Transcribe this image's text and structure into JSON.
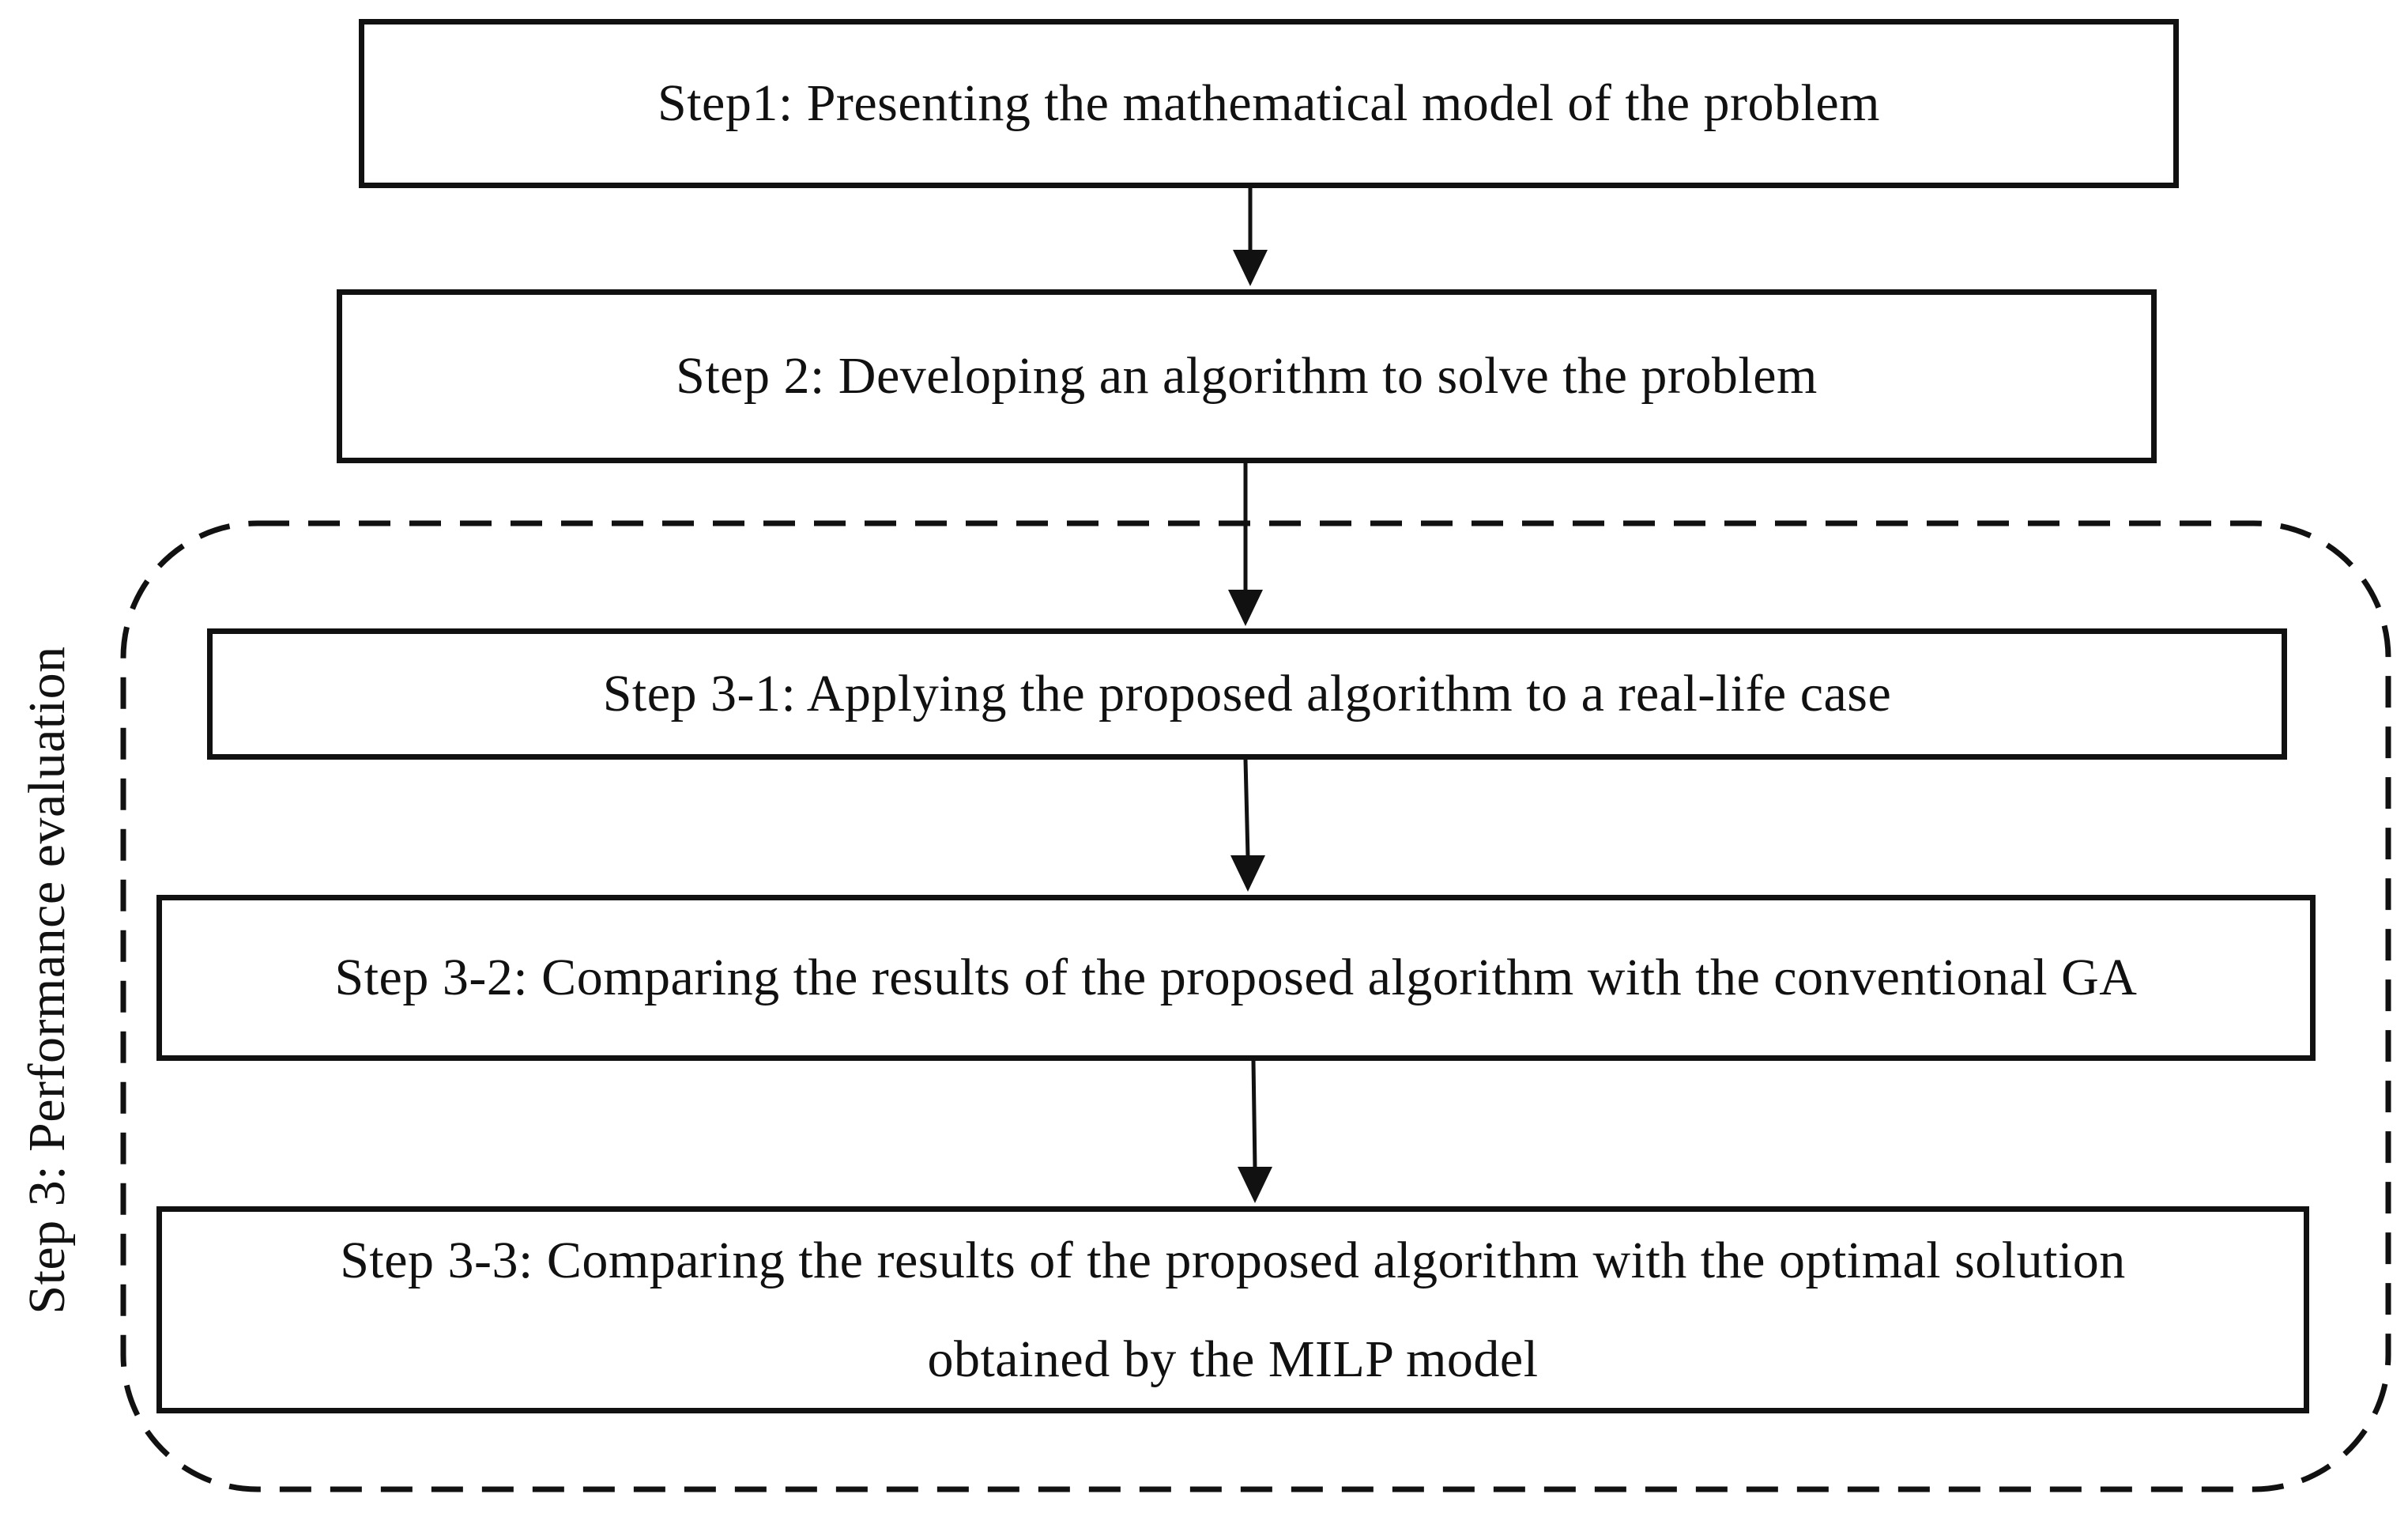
{
  "diagram": {
    "steps": {
      "step1": "Step1: Presenting the mathematical model of the problem",
      "step2": "Step 2: Developing an algorithm to solve the problem",
      "step3_1": "Step 3-1: Applying the proposed algorithm to a real-life case",
      "step3_2": "Step 3-2: Comparing the results of the proposed algorithm with the conventional GA",
      "step3_3": "Step 3-3: Comparing the results of the proposed algorithm with the optimal solution obtained by the MILP model"
    },
    "group": {
      "label": "Step 3: Performance evaluation"
    }
  }
}
